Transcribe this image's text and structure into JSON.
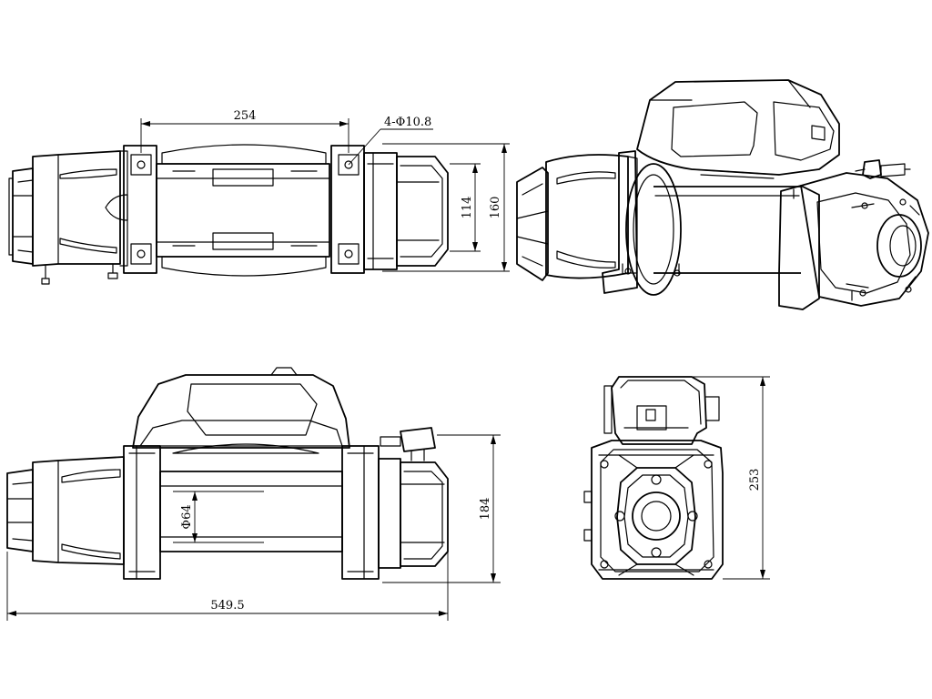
{
  "dimensions": {
    "top_width": "254",
    "holes": "4-Φ10.8",
    "top_inner": "114",
    "top_outer": "160",
    "drum_dia": "Φ64",
    "front_height": "184",
    "overall_length": "549.5",
    "side_height": "253"
  }
}
